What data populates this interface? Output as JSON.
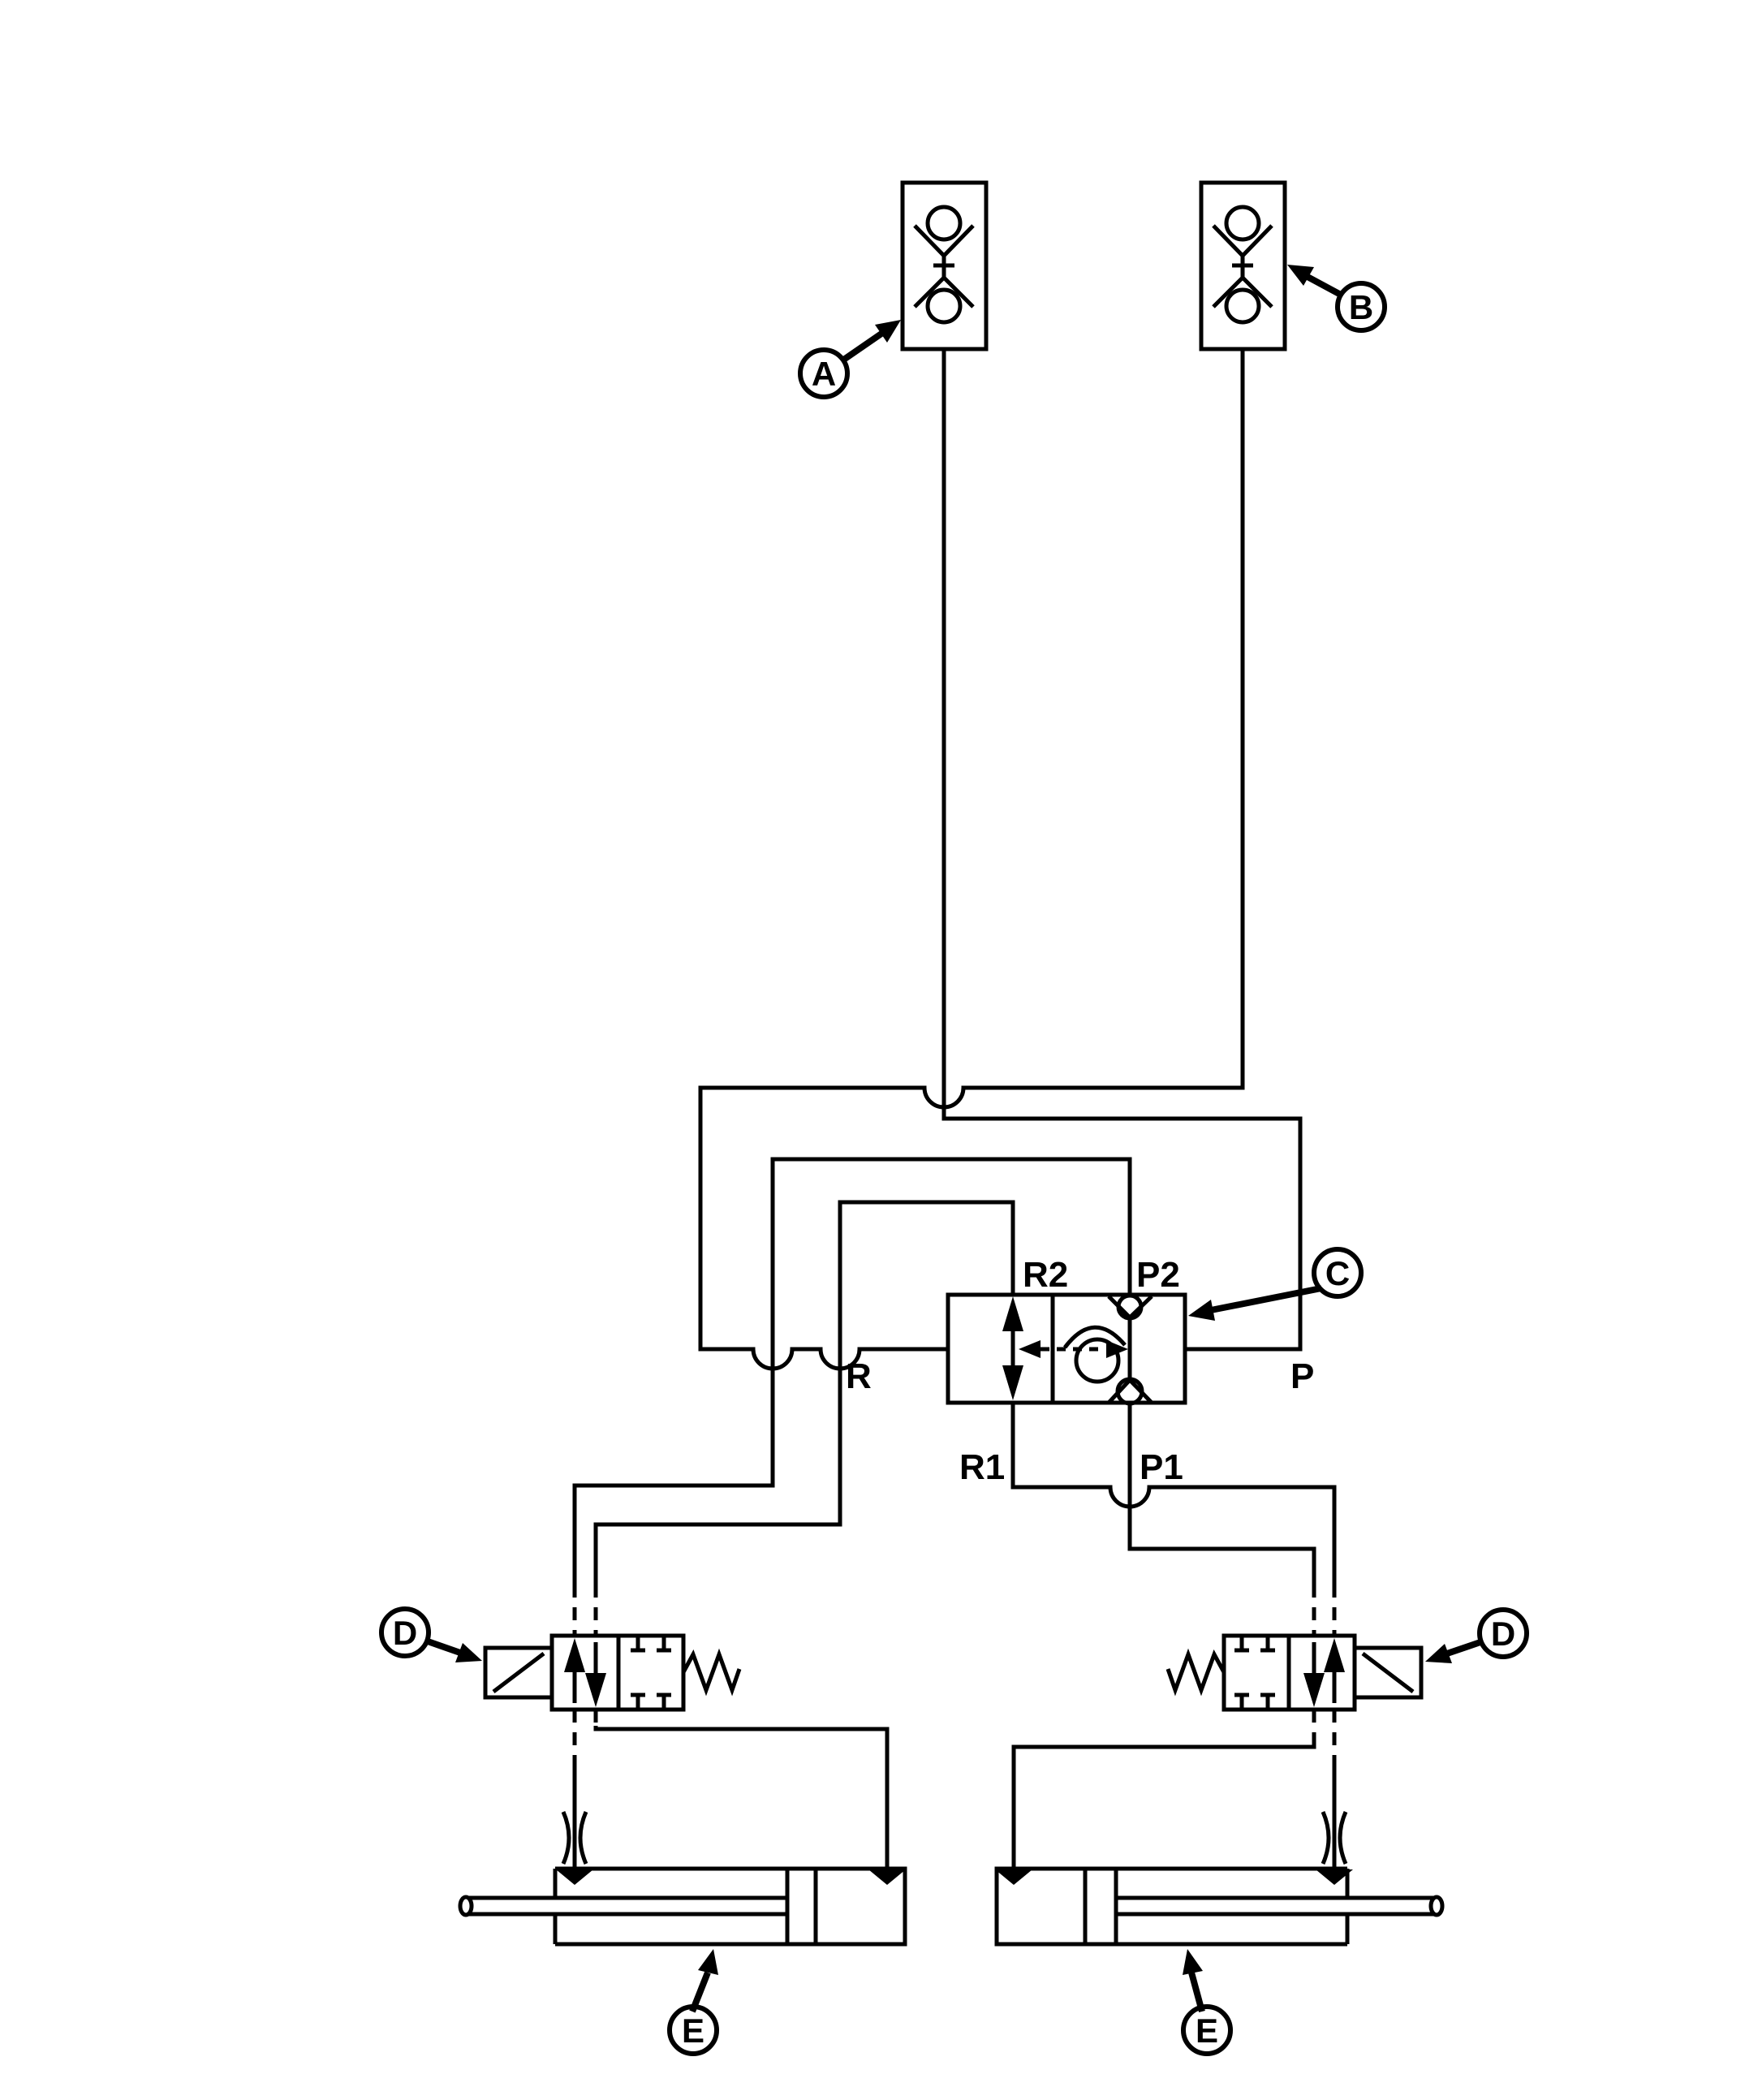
{
  "diagram": {
    "kind": "hydraulic-pneumatic-schematic",
    "colors": {
      "line": "#000000",
      "background": "#ffffff"
    },
    "labels": {
      "balloon_a": "A",
      "balloon_b": "B",
      "balloon_c": "C",
      "balloon_d_left": "D",
      "balloon_d_right": "D",
      "balloon_e_left": "E",
      "balloon_e_right": "E",
      "port_r2": "R2",
      "port_p2": "P2",
      "port_r": "R",
      "port_p": "P",
      "port_r1": "R1",
      "port_p1": "P1"
    },
    "components": [
      "quick-coupler-a",
      "quick-coupler-b",
      "selector-valve-c",
      "solenoid-valve-d-left",
      "solenoid-valve-d-right",
      "cylinder-e-left",
      "cylinder-e-right"
    ]
  }
}
